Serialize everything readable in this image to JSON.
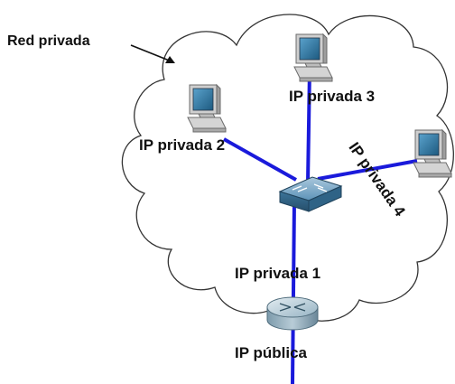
{
  "labels": {
    "network": "Red privada",
    "host_2": "IP privada 2",
    "host_3": "IP privada 3",
    "host_4": "IP privada 4",
    "link_1": "IP privada 1",
    "public": "IP pública"
  },
  "colors": {
    "link": "#1a1adb",
    "cloud_stroke": "#333333",
    "switch": "#3e7fa8",
    "router": "#6e93a6",
    "pc_screen": "#2a6f97"
  },
  "icons": [
    "cloud-icon",
    "switch-icon",
    "router-icon",
    "computer-icon"
  ]
}
